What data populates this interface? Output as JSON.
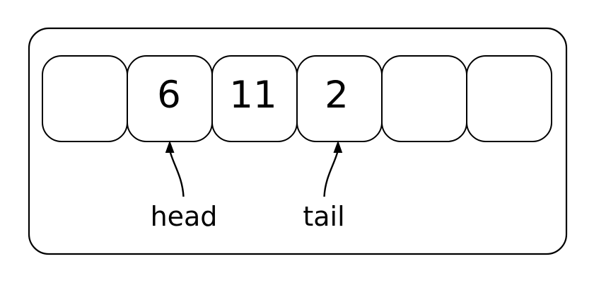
{
  "diagram": {
    "kind": "queue-buffer",
    "cells": [
      {
        "value": ""
      },
      {
        "value": "6"
      },
      {
        "value": "11"
      },
      {
        "value": "2"
      },
      {
        "value": ""
      },
      {
        "value": ""
      }
    ],
    "pointers": [
      {
        "label": "head",
        "points_to_cell": 1
      },
      {
        "label": "tail",
        "points_to_cell": 3
      }
    ],
    "colors": {
      "stroke": "#000000",
      "background": "#ffffff",
      "cell_fill": "#ffffff",
      "text": "#000000"
    }
  }
}
